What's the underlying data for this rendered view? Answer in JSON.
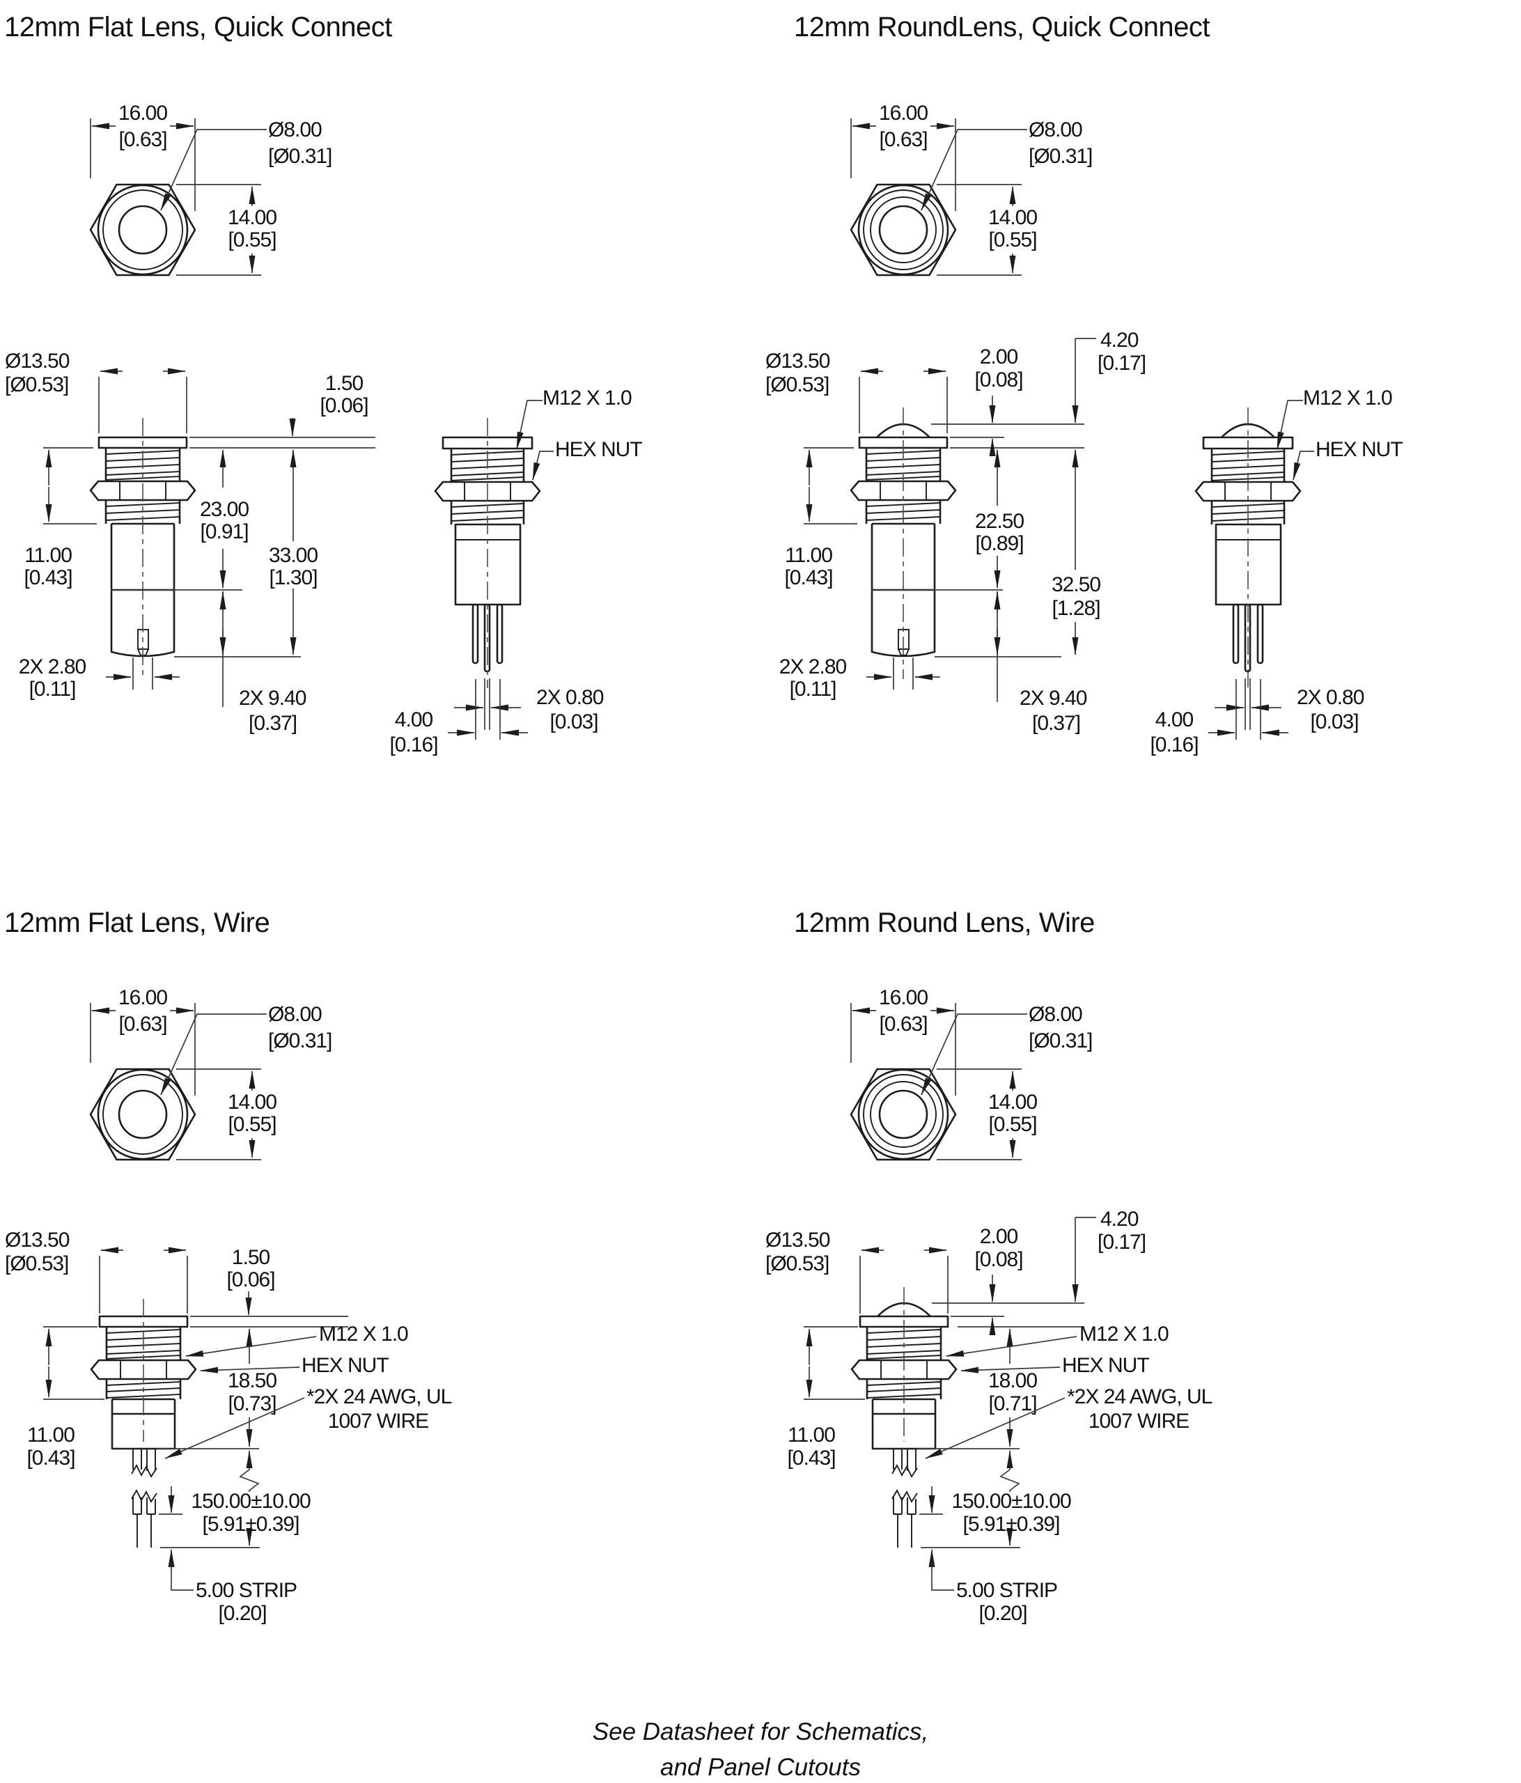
{
  "footer": {
    "line1": "See Datasheet for Schematics,",
    "line2": "and Panel Cutouts"
  },
  "q1": {
    "title": "12mm Flat Lens, Quick Connect",
    "top": {
      "w1": "16.00",
      "w2": "[0.63]",
      "d1": "Ø8.00",
      "d2": "[Ø0.31]",
      "h1": "14.00",
      "h2": "[0.55]"
    },
    "side": {
      "dia1": "Ø13.50",
      "dia2": "[Ø0.53]",
      "fl1": "1.50",
      "fl2": "[0.06]",
      "t1": "23.00",
      "t2": "[0.91]",
      "o1": "33.00",
      "o2": "[1.30]",
      "hx1": "11.00",
      "hx2": "[0.43]",
      "tw1": "2X 2.80",
      "tw2": "[0.11]",
      "tl1": "2X 9.40",
      "tl2": "[0.37]"
    },
    "front": {
      "m12": "M12 X 1.0",
      "nut": "HEX NUT",
      "p1": "2X 0.80",
      "p2": "[0.03]",
      "s1": "4.00",
      "s2": "[0.16]"
    }
  },
  "q2": {
    "title": "12mm RoundLens, Quick Connect",
    "top": {
      "w1": "16.00",
      "w2": "[0.63]",
      "d1": "Ø8.00",
      "d2": "[Ø0.31]",
      "h1": "14.00",
      "h2": "[0.55]"
    },
    "side": {
      "dia1": "Ø13.50",
      "dia2": "[Ø0.53]",
      "dm1": "2.00",
      "dm2": "[0.08]",
      "dt1": "4.20",
      "dt2": "[0.17]",
      "t1": "22.50",
      "t2": "[0.89]",
      "o1": "32.50",
      "o2": "[1.28]",
      "hx1": "11.00",
      "hx2": "[0.43]",
      "tw1": "2X 2.80",
      "tw2": "[0.11]",
      "tl1": "2X 9.40",
      "tl2": "[0.37]"
    },
    "front": {
      "m12": "M12 X 1.0",
      "nut": "HEX NUT",
      "p1": "2X 0.80",
      "p2": "[0.03]",
      "s1": "4.00",
      "s2": "[0.16]"
    }
  },
  "q3": {
    "title": "12mm Flat Lens, Wire",
    "top": {
      "w1": "16.00",
      "w2": "[0.63]",
      "d1": "Ø8.00",
      "d2": "[Ø0.31]",
      "h1": "14.00",
      "h2": "[0.55]"
    },
    "side": {
      "dia1": "Ø13.50",
      "dia2": "[Ø0.53]",
      "fl1": "1.50",
      "fl2": "[0.06]",
      "m12": "M12 X 1.0",
      "nut": "HEX NUT",
      "len1": "18.50",
      "len2": "[0.73]",
      "wire1": "*2X 24 AWG, UL",
      "wire2": "1007 WIRE",
      "hx1": "11.00",
      "hx2": "[0.43]",
      "wl1": "150.00±10.00",
      "wl2": "[5.91±0.39]",
      "st1": "5.00 STRIP",
      "st2": "[0.20]"
    }
  },
  "q4": {
    "title": "12mm Round Lens, Wire",
    "top": {
      "w1": "16.00",
      "w2": "[0.63]",
      "d1": "Ø8.00",
      "d2": "[Ø0.31]",
      "h1": "14.00",
      "h2": "[0.55]"
    },
    "side": {
      "dia1": "Ø13.50",
      "dia2": "[Ø0.53]",
      "dm1": "2.00",
      "dm2": "[0.08]",
      "dt1": "4.20",
      "dt2": "[0.17]",
      "m12": "M12 X 1.0",
      "nut": "HEX NUT",
      "len1": "18.00",
      "len2": "[0.71]",
      "wire1": "*2X 24 AWG, UL",
      "wire2": "1007 WIRE",
      "hx1": "11.00",
      "hx2": "[0.43]",
      "wl1": "150.00±10.00",
      "wl2": "[5.91±0.39]",
      "st1": "5.00 STRIP",
      "st2": "[0.20]"
    }
  }
}
